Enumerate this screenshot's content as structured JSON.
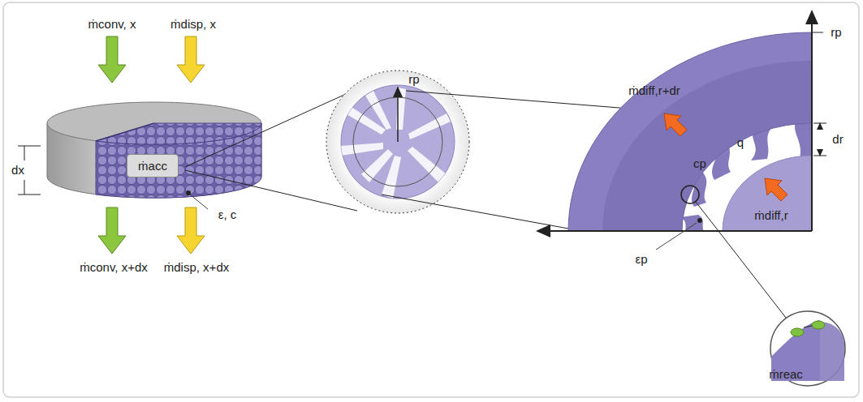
{
  "diagram": {
    "nodes": [
      {
        "text": [
          "ṁacc"
        ]
      }
    ],
    "labels": [
      "ṁconv, x",
      "ṁdisp, x",
      "dx",
      "ε, c",
      "ṁconv, x+dx",
      "ṁdisp, x+dx",
      "rp",
      "ṁdiff,r+dr",
      "rp",
      "dr",
      "q",
      "cp",
      "ṁdiff,r",
      "εp",
      "ṁreac"
    ]
  }
}
